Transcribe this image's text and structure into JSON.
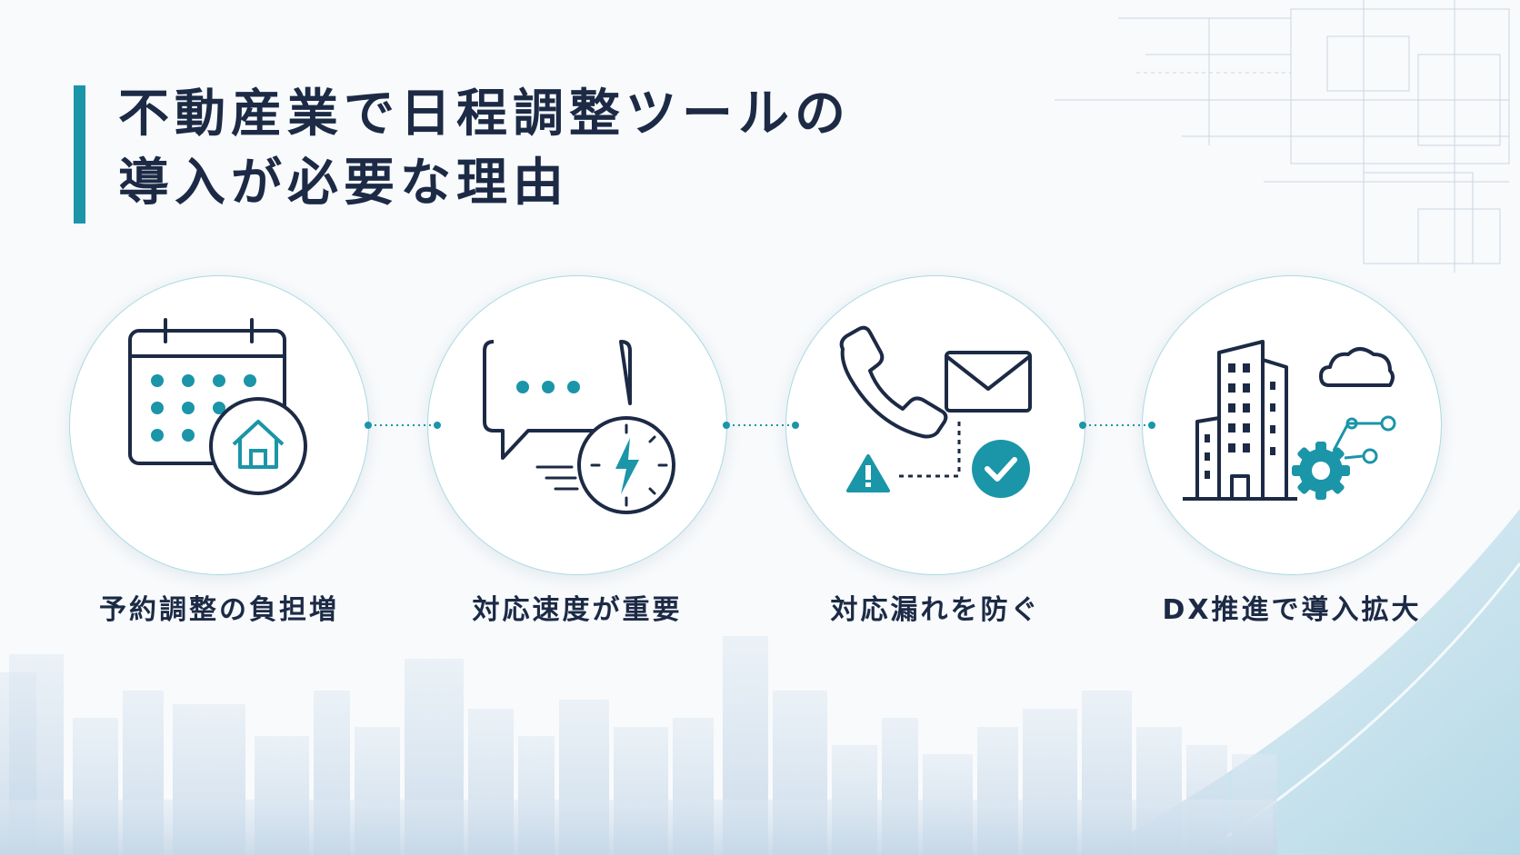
{
  "title": {
    "line1": "不動産業で日程調整ツールの",
    "line2": "導入が必要な理由"
  },
  "colors": {
    "navy": "#1c2a45",
    "teal": "#1b95a8",
    "ring": "#a9dae2",
    "skyline": "#c9d9e8"
  },
  "items": [
    {
      "label": "予約調整の負担増",
      "icon": "calendar-house-icon"
    },
    {
      "label": "対応速度が重要",
      "icon": "chat-clock-icon"
    },
    {
      "label": "対応漏れを防ぐ",
      "icon": "phone-mail-check-icon"
    },
    {
      "label": "DX推進で導入拡大",
      "icon": "building-cloud-gear-icon"
    }
  ]
}
